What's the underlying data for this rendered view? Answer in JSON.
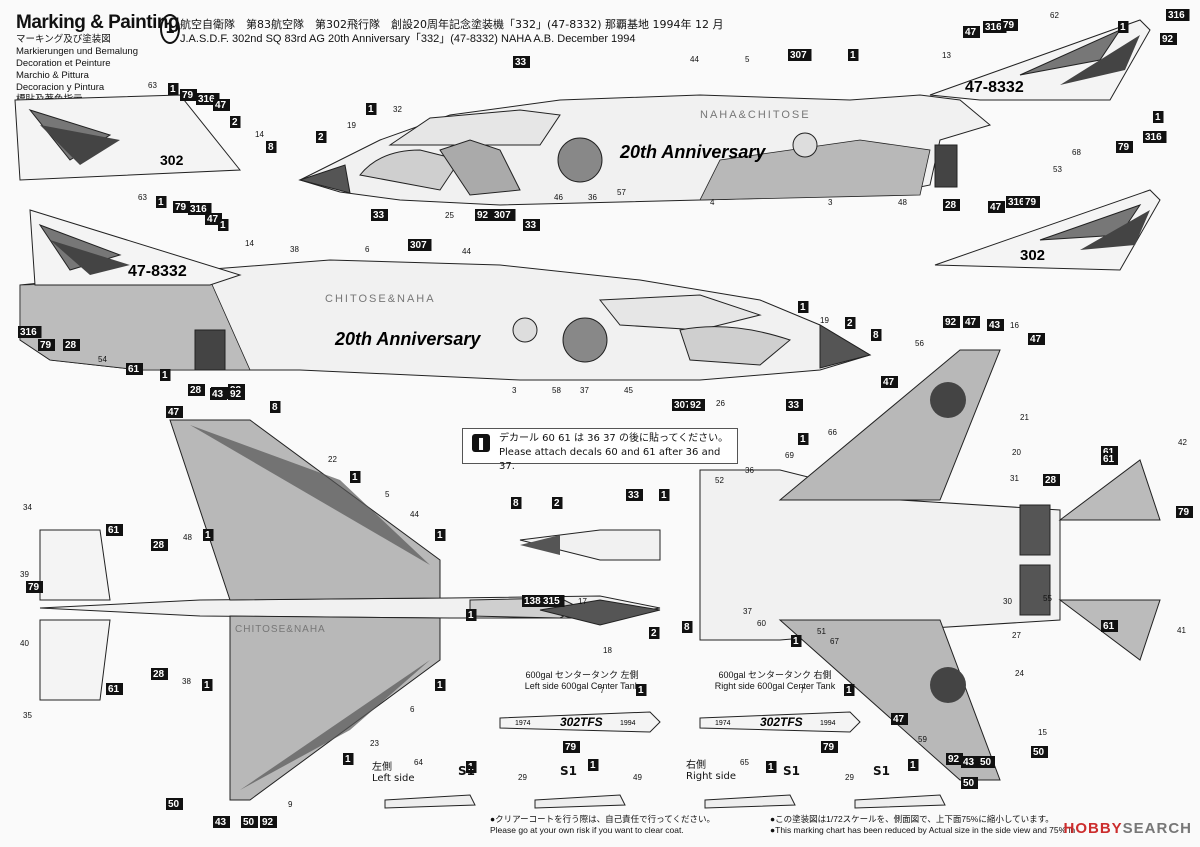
{
  "header": {
    "title": "Marking & Painting",
    "subtitles": [
      "マーキング及び塗装図",
      "Markierungen und Bemalung",
      "Decoration et Peinture",
      "Marchio & Pittura",
      "Decoracion y Pintura",
      "標貼及著色指示"
    ],
    "scheme_number": "1",
    "line_jp": "航空自衛隊　第83航空隊　第302飛行隊　創設20周年記念塗装機「332」(47-8332) 那覇基地 1994年 12 月",
    "line_en": "J.A.S.D.F. 302nd SQ  83rd AG 20th Anniversary「332」(47-8332) NAHA A.B. December 1994"
  },
  "aircraft": {
    "serial": "47-8332",
    "tail_code": "302",
    "anniversary_text": "20th Anniversary",
    "fuselage_text_right": "NAHA&CHITOSE",
    "fuselage_text_left": "CHITOSE&NAHA",
    "tank_text": "302TFS",
    "tank_years_left": "1974",
    "tank_years_right": "1994"
  },
  "notice": {
    "jp": "デカール 60 61 は 36 37 の後に貼ってください。",
    "en": "Please attach decals 60 and 61 after 36 and 37."
  },
  "tanks": {
    "left_jp": "600gal センタータンク 左側",
    "left_en": "Left side 600gal Center Tank",
    "right_jp": "600gal センタータンク 右側",
    "right_en": "Right side 600gal Center Tank"
  },
  "sides": {
    "left_jp": "左側",
    "left_en": "Left side",
    "right_jp": "右側",
    "right_en": "Right side",
    "stencil": "S1"
  },
  "footer": {
    "clear_jp": "●クリアーコートを行う際は、自己責任で行ってください。",
    "clear_en": "Please go at your own risk if you want to clear coat.",
    "scale_jp": "●この塗装図は1/72スケールを、側面図で、上下面75%に縮小しています。",
    "scale_en": "●This marking chart has been reduced by Actual size in the side view and 75% in",
    "logo_a": "HOBBY",
    "logo_b": "SEARCH"
  },
  "callouts": {
    "side_top": [
      "33",
      "44",
      "5",
      "307",
      "1",
      "13",
      "62",
      "316",
      "47",
      "316",
      "79",
      "1",
      "92",
      "63",
      "1",
      "79",
      "316",
      "47",
      "2",
      "14",
      "8",
      "2",
      "32",
      "19",
      "1",
      "33",
      "25",
      "92",
      "307",
      "57",
      "36",
      "46",
      "3",
      "4",
      "48",
      "28",
      "47",
      "316",
      "79",
      "53",
      "68",
      "79",
      "316",
      "1"
    ],
    "side_bottom": [
      "63",
      "1",
      "79",
      "316",
      "47",
      "1",
      "14",
      "38",
      "6",
      "307",
      "44",
      "33",
      "1",
      "19",
      "2",
      "8",
      "316",
      "79",
      "28",
      "54",
      "61",
      "1",
      "28",
      "43",
      "92",
      "3",
      "58",
      "37",
      "45",
      "307",
      "92",
      "26",
      "33"
    ],
    "top_view": [
      "47",
      "43",
      "92",
      "8",
      "22",
      "1",
      "5",
      "44",
      "34",
      "61",
      "28",
      "48",
      "1",
      "1",
      "39",
      "79",
      "40",
      "61",
      "35",
      "28",
      "38",
      "1",
      "6",
      "1",
      "23",
      "1",
      "50",
      "9",
      "43",
      "50",
      "92"
    ],
    "bottom_view": [
      "92",
      "47",
      "43",
      "16",
      "47",
      "56",
      "47",
      "66",
      "1",
      "61",
      "21",
      "20",
      "31",
      "28",
      "61",
      "42",
      "79",
      "36",
      "52",
      "69",
      "55",
      "37",
      "60",
      "1",
      "51",
      "67",
      "30",
      "27",
      "24",
      "41",
      "61",
      "47",
      "59",
      "15",
      "50",
      "92",
      "43",
      "50"
    ],
    "center": [
      "8",
      "2",
      "33",
      "1",
      "138",
      "315",
      "17",
      "2",
      "8",
      "18",
      "1"
    ],
    "tanks": [
      "7",
      "1",
      "79",
      "7",
      "1",
      "79"
    ],
    "stencils": [
      "64",
      "1",
      "29",
      "1",
      "49",
      "65",
      "1",
      "29",
      "1",
      "50"
    ]
  }
}
